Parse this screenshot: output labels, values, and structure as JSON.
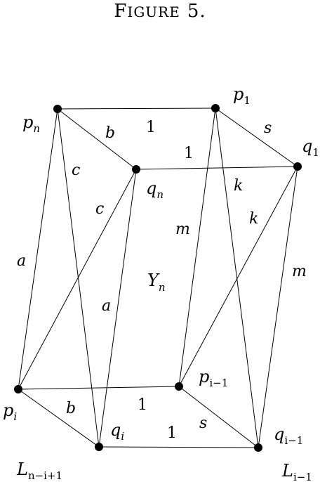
{
  "figure_title": {
    "first_letter": "F",
    "rest": "IGURE",
    "number": "5."
  },
  "vertices": [
    {
      "id": "pn",
      "base": "p",
      "sub": "n"
    },
    {
      "id": "p1",
      "base": "p",
      "sub": "1"
    },
    {
      "id": "q1",
      "base": "q",
      "sub": "1"
    },
    {
      "id": "qn",
      "base": "q",
      "sub": "n"
    },
    {
      "id": "pi",
      "base": "p",
      "sub": "i"
    },
    {
      "id": "qi",
      "base": "q",
      "sub": "i"
    },
    {
      "id": "pim1",
      "base": "p",
      "sub": "i−1"
    },
    {
      "id": "qim1",
      "base": "q",
      "sub": "i−1"
    }
  ],
  "edges": [
    {
      "from": "pn",
      "to": "p1",
      "label": "1"
    },
    {
      "from": "pn",
      "to": "qn",
      "label": "b"
    },
    {
      "from": "pn",
      "to": "qi",
      "label": "c"
    },
    {
      "from": "pn",
      "to": "pi",
      "label": "a"
    },
    {
      "from": "p1",
      "to": "q1",
      "label": "s"
    },
    {
      "from": "p1",
      "to": "qim1",
      "label": "k"
    },
    {
      "from": "p1",
      "to": "pim1",
      "label": "m"
    },
    {
      "from": "qn",
      "to": "q1",
      "label": "1"
    },
    {
      "from": "qn",
      "to": "pi",
      "label": "c"
    },
    {
      "from": "qn",
      "to": "qi",
      "label": "a"
    },
    {
      "from": "q1",
      "to": "pim1",
      "label": "k"
    },
    {
      "from": "q1",
      "to": "qim1",
      "label": "m"
    },
    {
      "from": "pi",
      "to": "pim1",
      "label": "1"
    },
    {
      "from": "pi",
      "to": "qi",
      "label": "b"
    },
    {
      "from": "qi",
      "to": "qim1",
      "label": "1"
    },
    {
      "from": "pim1",
      "to": "qim1",
      "label": "s"
    }
  ],
  "region_label": {
    "base": "Y",
    "sub": "n"
  },
  "bottom_labels": [
    {
      "id": "L_left",
      "base": "L",
      "sub": "n−i+1"
    },
    {
      "id": "L_right",
      "base": "L",
      "sub": "i−1"
    }
  ]
}
